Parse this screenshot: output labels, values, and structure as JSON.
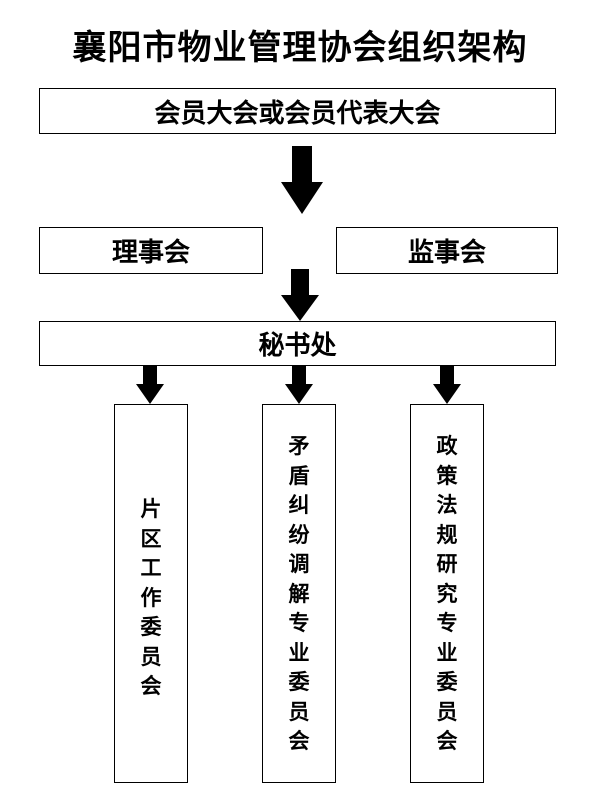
{
  "title": "襄阳市物业管理协会组织架构",
  "general_assembly": "会员大会或会员代表大会",
  "council": "理事会",
  "supervisory_board": "监事会",
  "secretariat": "秘书处",
  "committees": [
    {
      "label": "片区工作委员会"
    },
    {
      "label": "矛盾纠纷调解专业委员会"
    },
    {
      "label": "政策法规研究专业委员会"
    }
  ]
}
